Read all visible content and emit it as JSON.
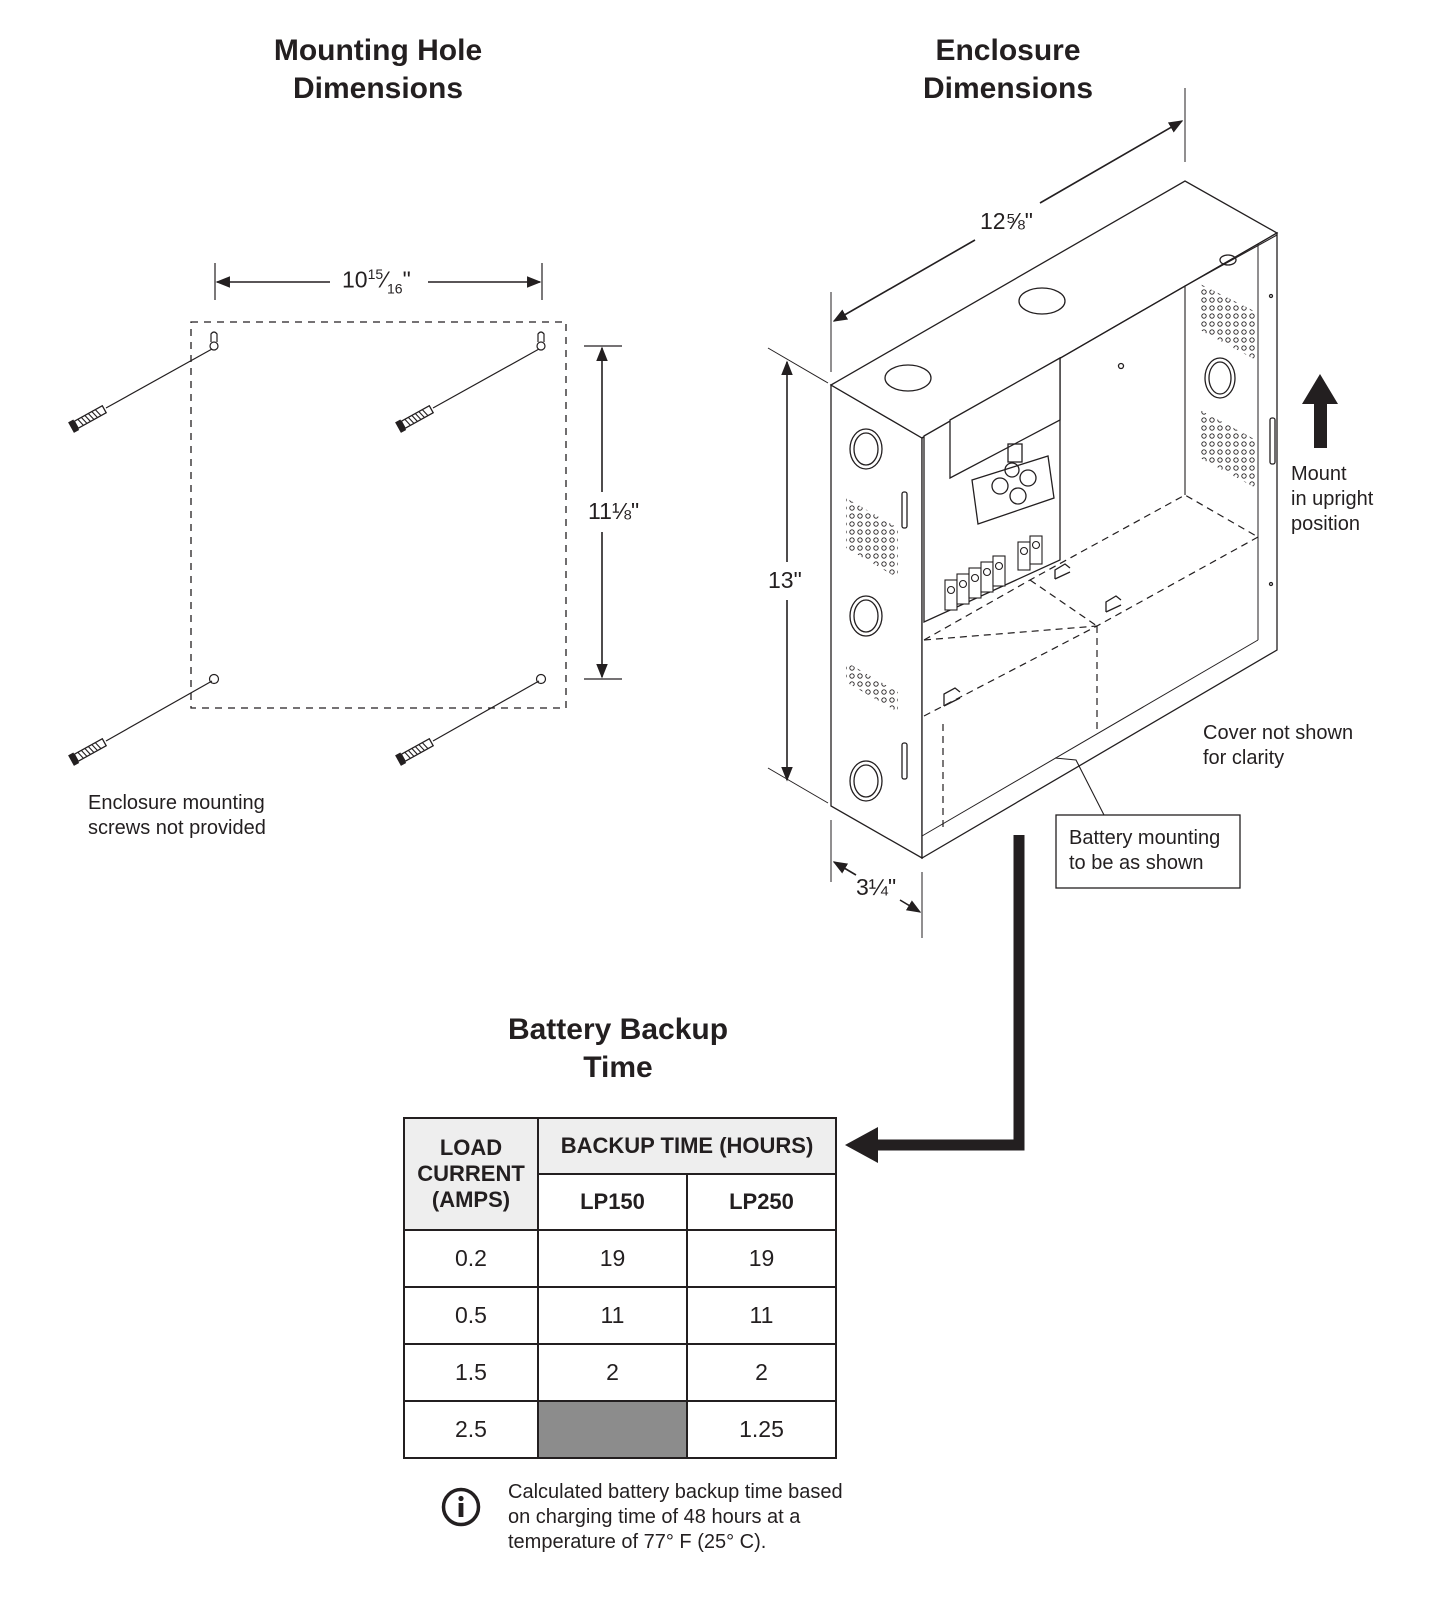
{
  "mounting_hole": {
    "title_line1": "Mounting Hole",
    "title_line2": "Dimensions",
    "width_whole": "10",
    "width_num": "15",
    "width_den": "16",
    "width_unit": "\"",
    "height_label": "11⅛\"",
    "note_line1": "Enclosure mounting",
    "note_line2": "screws not provided"
  },
  "enclosure": {
    "title_line1": "Enclosure",
    "title_line2": "Dimensions",
    "width_label": "12⅝\"",
    "height_label": "13\"",
    "depth_label": "3¼\"",
    "mount_line1": "Mount",
    "mount_line2": "in upright",
    "mount_line3": "position",
    "cover_line1": "Cover not shown",
    "cover_line2": "for clarity",
    "battery_line1": "Battery mounting",
    "battery_line2": "to be as shown"
  },
  "backup_table": {
    "title_line1": "Battery Backup",
    "title_line2": "Time",
    "header_load_1": "LOAD",
    "header_load_2": "CURRENT",
    "header_load_3": "(AMPS)",
    "header_backup": "BACKUP TIME (HOURS)",
    "header_lp150": "LP150",
    "header_lp250": "LP250",
    "rows": [
      {
        "load": "0.2",
        "lp150": "19",
        "lp250": "19"
      },
      {
        "load": "0.5",
        "lp150": "11",
        "lp250": "11"
      },
      {
        "load": "1.5",
        "lp150": "2",
        "lp250": "2"
      },
      {
        "load": "2.5",
        "lp150": "",
        "lp250": "1.25"
      }
    ],
    "footnote_line1": "Calculated battery backup time based",
    "footnote_line2": "on charging time of 48 hours at a",
    "footnote_line3": "temperature of 77° F (25° C)."
  },
  "icons": {
    "info": "info-circle-icon",
    "arrow_up": "arrow-up-icon",
    "arrow_left": "arrow-left-icon"
  }
}
